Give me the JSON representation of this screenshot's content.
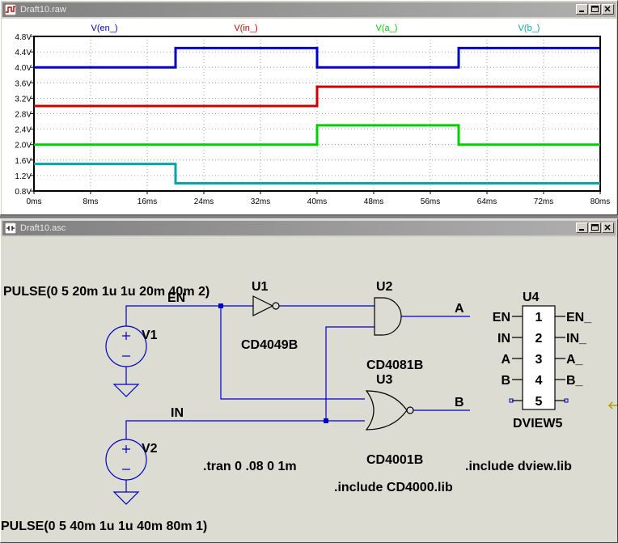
{
  "waveform_window": {
    "title": "Draft10.raw",
    "traces": [
      {
        "name": "V(en_)",
        "color": "#0000c8"
      },
      {
        "name": "V(in_)",
        "color": "#d00000"
      },
      {
        "name": "V(a_)",
        "color": "#00d000"
      },
      {
        "name": "V(b_)",
        "color": "#00a8a8"
      }
    ]
  },
  "chart_data": {
    "type": "line",
    "ylim": [
      0.8,
      4.8
    ],
    "xlim": [
      0,
      80
    ],
    "y_ticks": [
      "4.8V",
      "4.4V",
      "4.0V",
      "3.6V",
      "3.2V",
      "2.8V",
      "2.4V",
      "2.0V",
      "1.6V",
      "1.2V",
      "0.8V"
    ],
    "x_ticks": [
      "0ms",
      "8ms",
      "16ms",
      "24ms",
      "32ms",
      "40ms",
      "48ms",
      "56ms",
      "64ms",
      "72ms",
      "80ms"
    ],
    "grid": true,
    "series": [
      {
        "name": "V(en_)",
        "x": [
          0,
          20,
          20,
          40,
          40,
          60,
          60,
          80
        ],
        "y": [
          4.0,
          4.0,
          4.5,
          4.5,
          4.0,
          4.0,
          4.5,
          4.5
        ]
      },
      {
        "name": "V(in_)",
        "x": [
          0,
          40,
          40,
          80
        ],
        "y": [
          3.0,
          3.0,
          3.5,
          3.5
        ]
      },
      {
        "name": "V(a_)",
        "x": [
          0,
          40,
          40,
          60,
          60,
          80
        ],
        "y": [
          2.0,
          2.0,
          2.5,
          2.5,
          2.0,
          2.0
        ]
      },
      {
        "name": "V(b_)",
        "x": [
          0,
          20,
          20,
          80
        ],
        "y": [
          1.5,
          1.5,
          1.0,
          1.0
        ]
      }
    ]
  },
  "schematic_window": {
    "title": "Draft10.asc",
    "directives": {
      "v1_pulse": "PULSE(0 5 20m 1u 1u 20m 40m 2)",
      "v2_pulse": "PULSE(0 5 40m 1u 1u 40m 80m 1)",
      "tran": ".tran 0 .08 0 1m",
      "include_cd4000": ".include CD4000.lib",
      "include_dview": ".include dview.lib"
    },
    "components": {
      "v1_name": "V1",
      "v2_name": "V2",
      "u1_name": "U1",
      "u1_part": "CD4049B",
      "u2_name": "U2",
      "u2_part": "CD4081B",
      "u3_name": "U3",
      "u3_part": "CD4001B",
      "u4_name": "U4",
      "u4_part": "DVIEW5"
    },
    "nets": {
      "en": "EN",
      "in": "IN",
      "a": "A",
      "b": "B"
    },
    "dview": {
      "pins": [
        "1",
        "2",
        "3",
        "4",
        "5"
      ],
      "left_labels": [
        "EN",
        "IN",
        "A",
        "B"
      ],
      "right_labels": [
        "EN_",
        "IN_",
        "A_",
        "B_"
      ]
    }
  }
}
